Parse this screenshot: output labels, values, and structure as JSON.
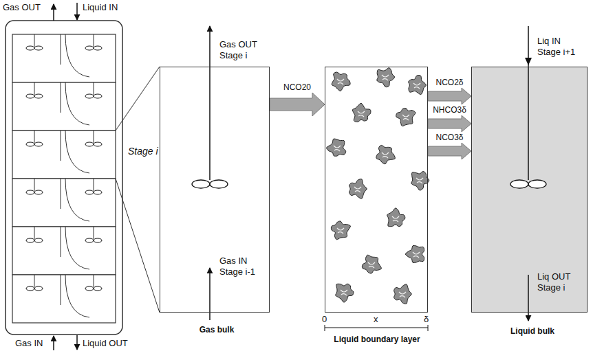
{
  "diagram": {
    "nodes": [
      {
        "text": [
          "Gas OUT Stage i",
          "Gas IN Stage i-1",
          "Gas bulk"
        ]
      },
      {
        "text": [
          "Liquid boundary layer"
        ]
      },
      {
        "text": [
          "Liq IN Stage i+1",
          "Liq OUT Stage i",
          "Liquid bulk"
        ]
      }
    ],
    "edges": [
      {
        "from": 0,
        "to": 1,
        "arrow": "to",
        "label": "NCO20"
      },
      {
        "from": 1,
        "to": 2,
        "arrow": "to",
        "label": "NCO2δ"
      },
      {
        "from": 1,
        "to": 2,
        "arrow": "to",
        "label": "NHCO3δ"
      },
      {
        "from": 1,
        "to": 2,
        "arrow": "to",
        "label": "NCO3δ"
      }
    ],
    "labels": [
      "Gas OUT",
      "Liquid IN",
      "Gas IN",
      "Liquid OUT",
      "Stage i",
      "0",
      "x",
      "δ"
    ]
  }
}
